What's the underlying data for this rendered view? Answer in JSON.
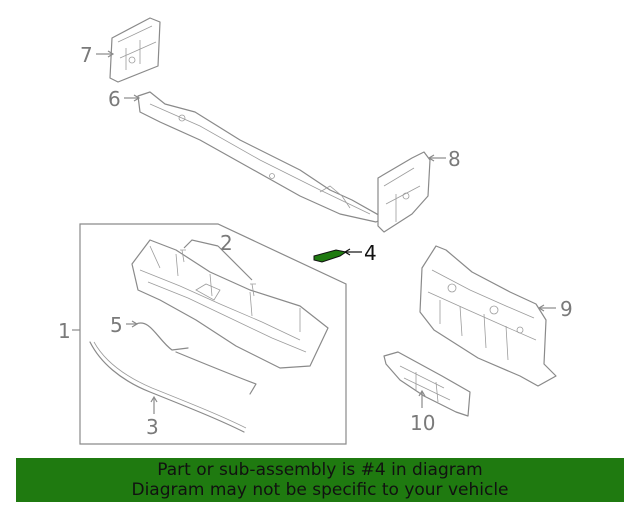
{
  "callouts": {
    "c1": "1",
    "c2": "2",
    "c3": "3",
    "c4": "4",
    "c5": "5",
    "c6": "6",
    "c7": "7",
    "c8": "8",
    "c9": "9",
    "c10": "10"
  },
  "highlight_part": "4",
  "highlight_color": "#1f7a10",
  "banner": {
    "line1": "Part or sub-assembly is #4 in diagram",
    "line2": "Diagram may not be specific to your vehicle",
    "background": "#1f7a10"
  }
}
